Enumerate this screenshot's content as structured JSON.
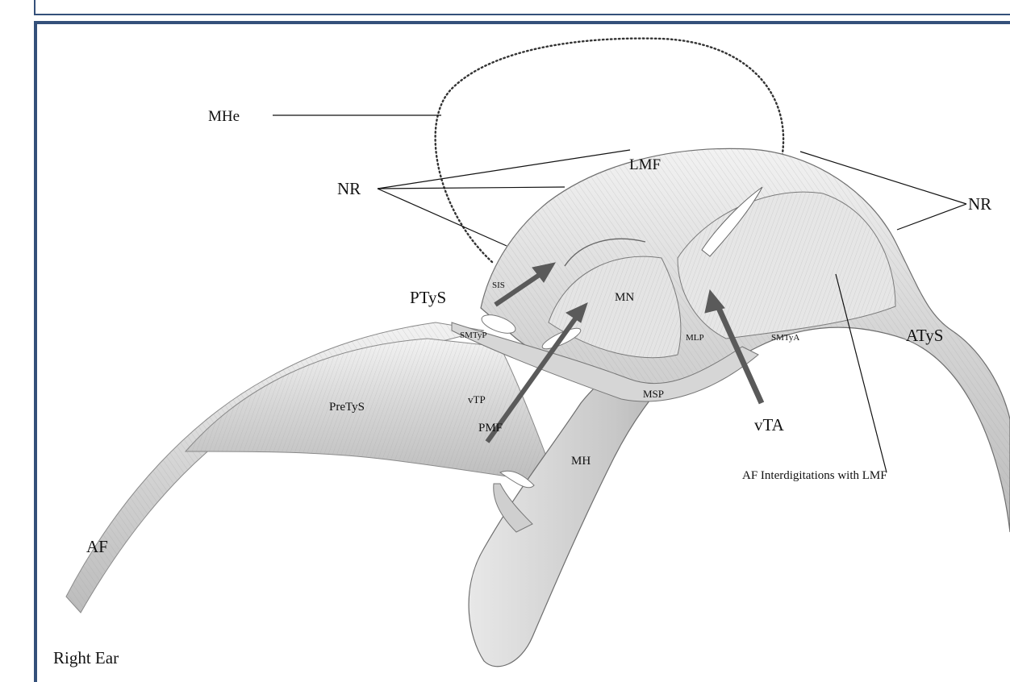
{
  "colors": {
    "frame": "#34507a",
    "ligament_fill": "#dcdcdc",
    "ligament_stroke": "#6e6e6e",
    "arrow": "#585858"
  },
  "labels": {
    "mhe": "MHe",
    "nr_left": "NR",
    "nr_right": "NR",
    "lmf": "LMF",
    "sis": "SIS",
    "ptys": "PTyS",
    "mn": "MN",
    "smtyp": "SMTyP",
    "mlp": "MLP",
    "smtya": "SMTyA",
    "atys": "ATyS",
    "pretys": "PreTyS",
    "vtp": "vTP",
    "msp": "MSP",
    "vta": "vTA",
    "pmf": "PMF",
    "mh": "MH",
    "af_interdigitations": "AF Interdigitations with LMF",
    "af": "AF",
    "side": "Right Ear"
  }
}
